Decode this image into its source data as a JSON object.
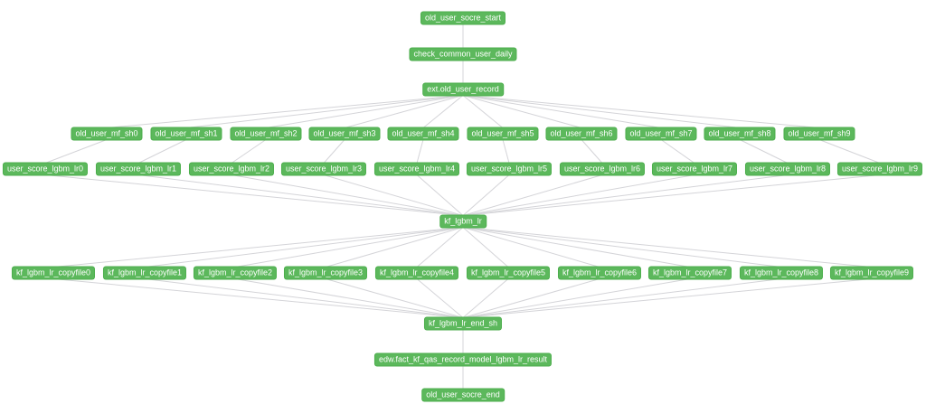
{
  "colors": {
    "node_fill": "#5cb85c",
    "edge": "#d4d4d8"
  },
  "nodes": {
    "start": "old_user_socre_start",
    "check": "check_common_user_daily",
    "ext": "ext.old_user_record",
    "mf": [
      "old_user_mf_sh0",
      "old_user_mf_sh1",
      "old_user_mf_sh2",
      "old_user_mf_sh3",
      "old_user_mf_sh4",
      "old_user_mf_sh5",
      "old_user_mf_sh6",
      "old_user_mf_sh7",
      "old_user_mf_sh8",
      "old_user_mf_sh9"
    ],
    "score": [
      "user_score_lgbm_lr0",
      "user_score_lgbm_lr1",
      "user_score_lgbm_lr2",
      "user_score_lgbm_lr3",
      "user_score_lgbm_lr4",
      "user_score_lgbm_lr5",
      "user_score_lgbm_lr6",
      "user_score_lgbm_lr7",
      "user_score_lgbm_lr8",
      "user_score_lgbm_lr9"
    ],
    "kf": "kf_lgbm_lr",
    "copy": [
      "kf_lgbm_lr_copyfile0",
      "kf_lgbm_lr_copyfile1",
      "kf_lgbm_lr_copyfile2",
      "kf_lgbm_lr_copyfile3",
      "kf_lgbm_lr_copyfile4",
      "kf_lgbm_lr_copyfile5",
      "kf_lgbm_lr_copyfile6",
      "kf_lgbm_lr_copyfile7",
      "kf_lgbm_lr_copyfile8",
      "kf_lgbm_lr_copyfile9"
    ],
    "kf_end": "kf_lgbm_lr_end_sh",
    "result": "edw.fact_kf_qas_record_model_lgbm_lr_result",
    "end": "old_user_socre_end"
  }
}
